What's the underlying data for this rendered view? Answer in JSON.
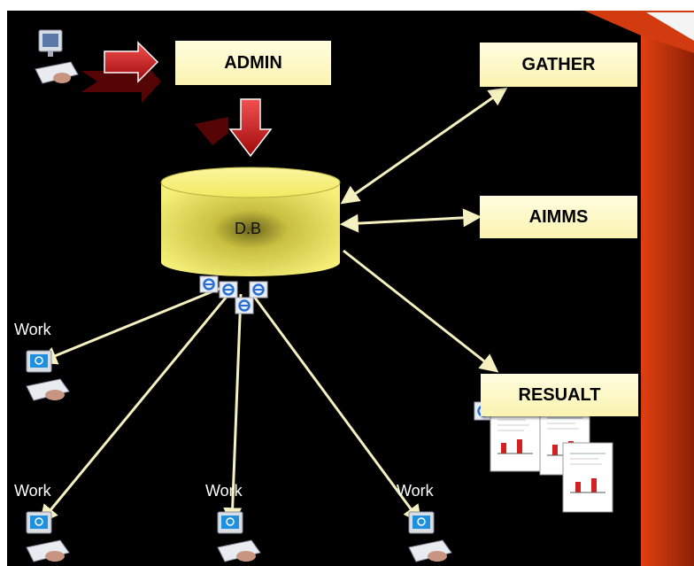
{
  "diagram": {
    "nodes": {
      "admin": "ADMIN",
      "gather": "GATHER",
      "aimms": "AIMMS",
      "result": "RESUALT",
      "db": "D.B"
    },
    "work_label": "Work",
    "workstations": [
      {
        "id": "work-1",
        "label": "Work"
      },
      {
        "id": "work-2",
        "label": "Work"
      },
      {
        "id": "work-3",
        "label": "Work"
      },
      {
        "id": "work-4",
        "label": "Work"
      }
    ],
    "colors": {
      "background": "#000000",
      "box_fill": "#fdf8c8",
      "db_fill": "#f3ec6a",
      "connector": "#f5f0c0",
      "arrow_red": "#c8141a",
      "side_accent": "#c0300e"
    },
    "icons": [
      "computer-user-icon",
      "red-arrow-icon",
      "internet-explorer-icon",
      "report-document-icon",
      "bar-chart-icon"
    ]
  }
}
